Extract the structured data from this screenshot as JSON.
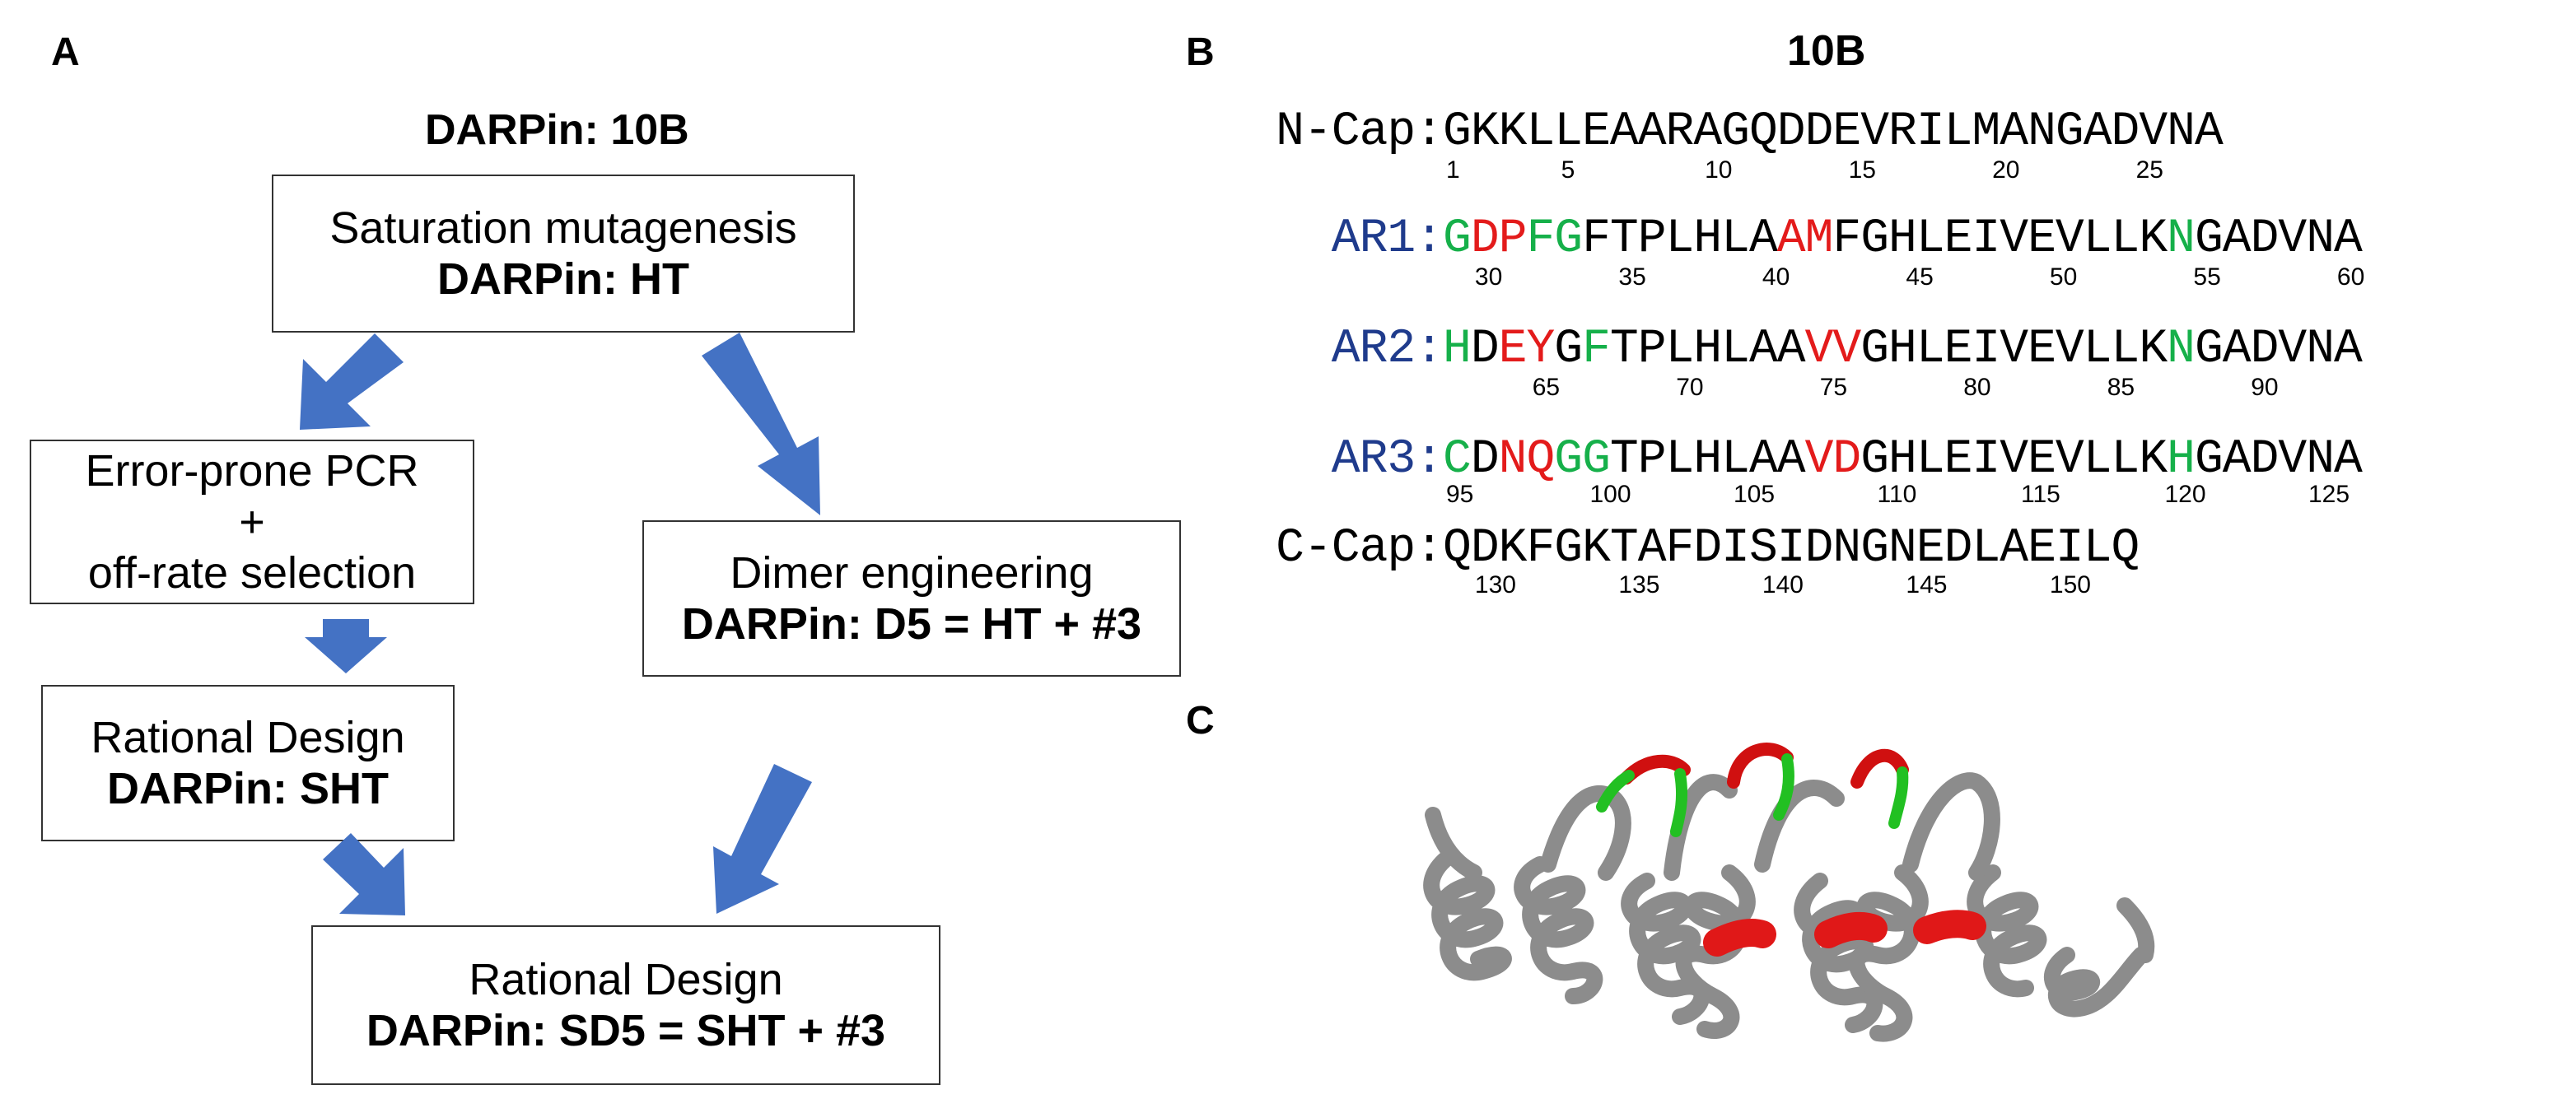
{
  "panels": {
    "a": "A",
    "b": "B",
    "c": "C"
  },
  "flowchart": {
    "title": "DARPin: 10B",
    "saturation": {
      "line1": "Saturation mutagenesis",
      "line2": "DARPin: HT"
    },
    "errorprone": {
      "line1": "Error-prone PCR",
      "line2": "+",
      "line3": "off-rate selection"
    },
    "dimer": {
      "line1": "Dimer engineering",
      "line2": "DARPin: D5 = HT + #3"
    },
    "rational1": {
      "line1": "Rational Design",
      "line2": "DARPin: SHT"
    },
    "rational2": {
      "line1": "Rational Design",
      "line2": "DARPin: SD5 = SHT + #3"
    },
    "arrow_color": "#4472c4"
  },
  "sequence": {
    "title": "10B",
    "colors": {
      "label_blue": "#1f3b8c",
      "red": "#e31b1b",
      "green": "#16b04a"
    },
    "rows": [
      {
        "label": "N-Cap:",
        "label_color": "black",
        "seq": "GKKLLEAARAGQDDEVRILMANGADVNA",
        "marks": "",
        "numbers": [
          "1",
          "5",
          "10",
          "15",
          "20",
          "25"
        ]
      },
      {
        "label": "AR1:",
        "label_color": "blue",
        "seq": "GDPFGFTPLHLAAMFGHLEIVEVLLKNGADVNA",
        "marks": "grrgg.......rr............g......",
        "numbers": [
          "30",
          "35",
          "40",
          "45",
          "50",
          "55",
          "60"
        ]
      },
      {
        "label": "AR2:",
        "label_color": "blue",
        "seq": "HDEYGFTPLHLAAVVGHLEIVEVLLKNGADVNA",
        "marks": "g.rr.g.......rr...........g......",
        "numbers": [
          "65",
          "70",
          "75",
          "80",
          "85",
          "90"
        ]
      },
      {
        "label": "AR3:",
        "label_color": "blue",
        "seq": "CDNQGGTPLHLAAVDGHLEIVEVLLKHGADVNA",
        "marks": "g.rrgg.......rr...........g......",
        "numbers": [
          "95",
          "100",
          "105",
          "110",
          "115",
          "120",
          "125"
        ]
      },
      {
        "label": "C-Cap:",
        "label_color": "black",
        "seq": "QDKFGKTAFDISIDNGNEDLAEILQ",
        "marks": "",
        "numbers": [
          "130",
          "135",
          "140",
          "145",
          "150"
        ]
      }
    ]
  },
  "structure": {
    "ribbon_color": "#8c8c8c",
    "helix_highlight": "#e01818",
    "loop_red": "#d01010",
    "loop_green": "#22c022"
  }
}
